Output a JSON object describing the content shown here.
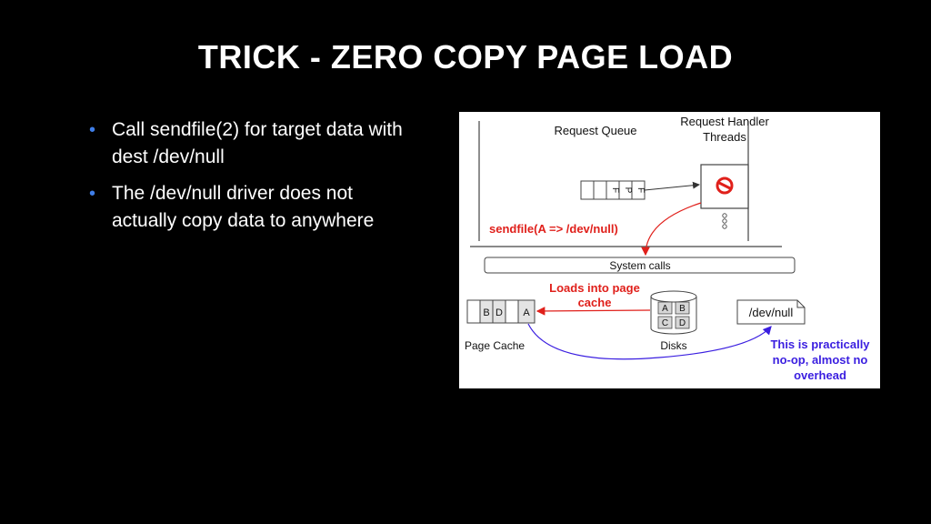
{
  "slide": {
    "title": "TRICK - ZERO COPY PAGE LOAD",
    "bullets": [
      {
        "line1": "Call sendfile(2) for target data with",
        "line2": "dest /dev/null"
      },
      {
        "line1": "The /dev/null driver does not",
        "line2": "actually copy data to anywhere"
      }
    ]
  },
  "diagram": {
    "request_queue_label": "Request Queue",
    "handler_label_line1": "Request Handler",
    "handler_label_line2": "Threads",
    "queue_cells": [
      "",
      "",
      "F",
      "P",
      "F"
    ],
    "sendfile_label": "sendfile(A => /dev/null)",
    "system_calls_label": "System calls",
    "loads_label_line1": "Loads into page",
    "loads_label_line2": "cache",
    "page_cache_cells": [
      "",
      "B",
      "D",
      "",
      "A"
    ],
    "page_cache_label": "Page Cache",
    "disk_cells": [
      "A",
      "B",
      "C",
      "D"
    ],
    "disks_label": "Disks",
    "devnull_label": "/dev/null",
    "noop_line1": "This is practically",
    "noop_line2": "no-op, almost no",
    "noop_line3": "overhead",
    "colors": {
      "red": "#e0201b",
      "blue": "#3a1ee0",
      "bullet": "#3f7ee8"
    }
  }
}
